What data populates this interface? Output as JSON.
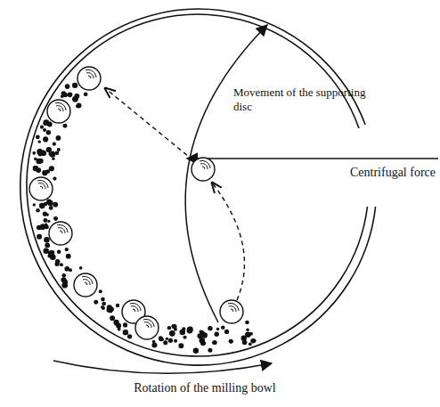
{
  "diagram": {
    "labels": [
      "Movement of the supporting disc",
      "Centrifugal force",
      "Rotation of the milling bowl"
    ]
  }
}
